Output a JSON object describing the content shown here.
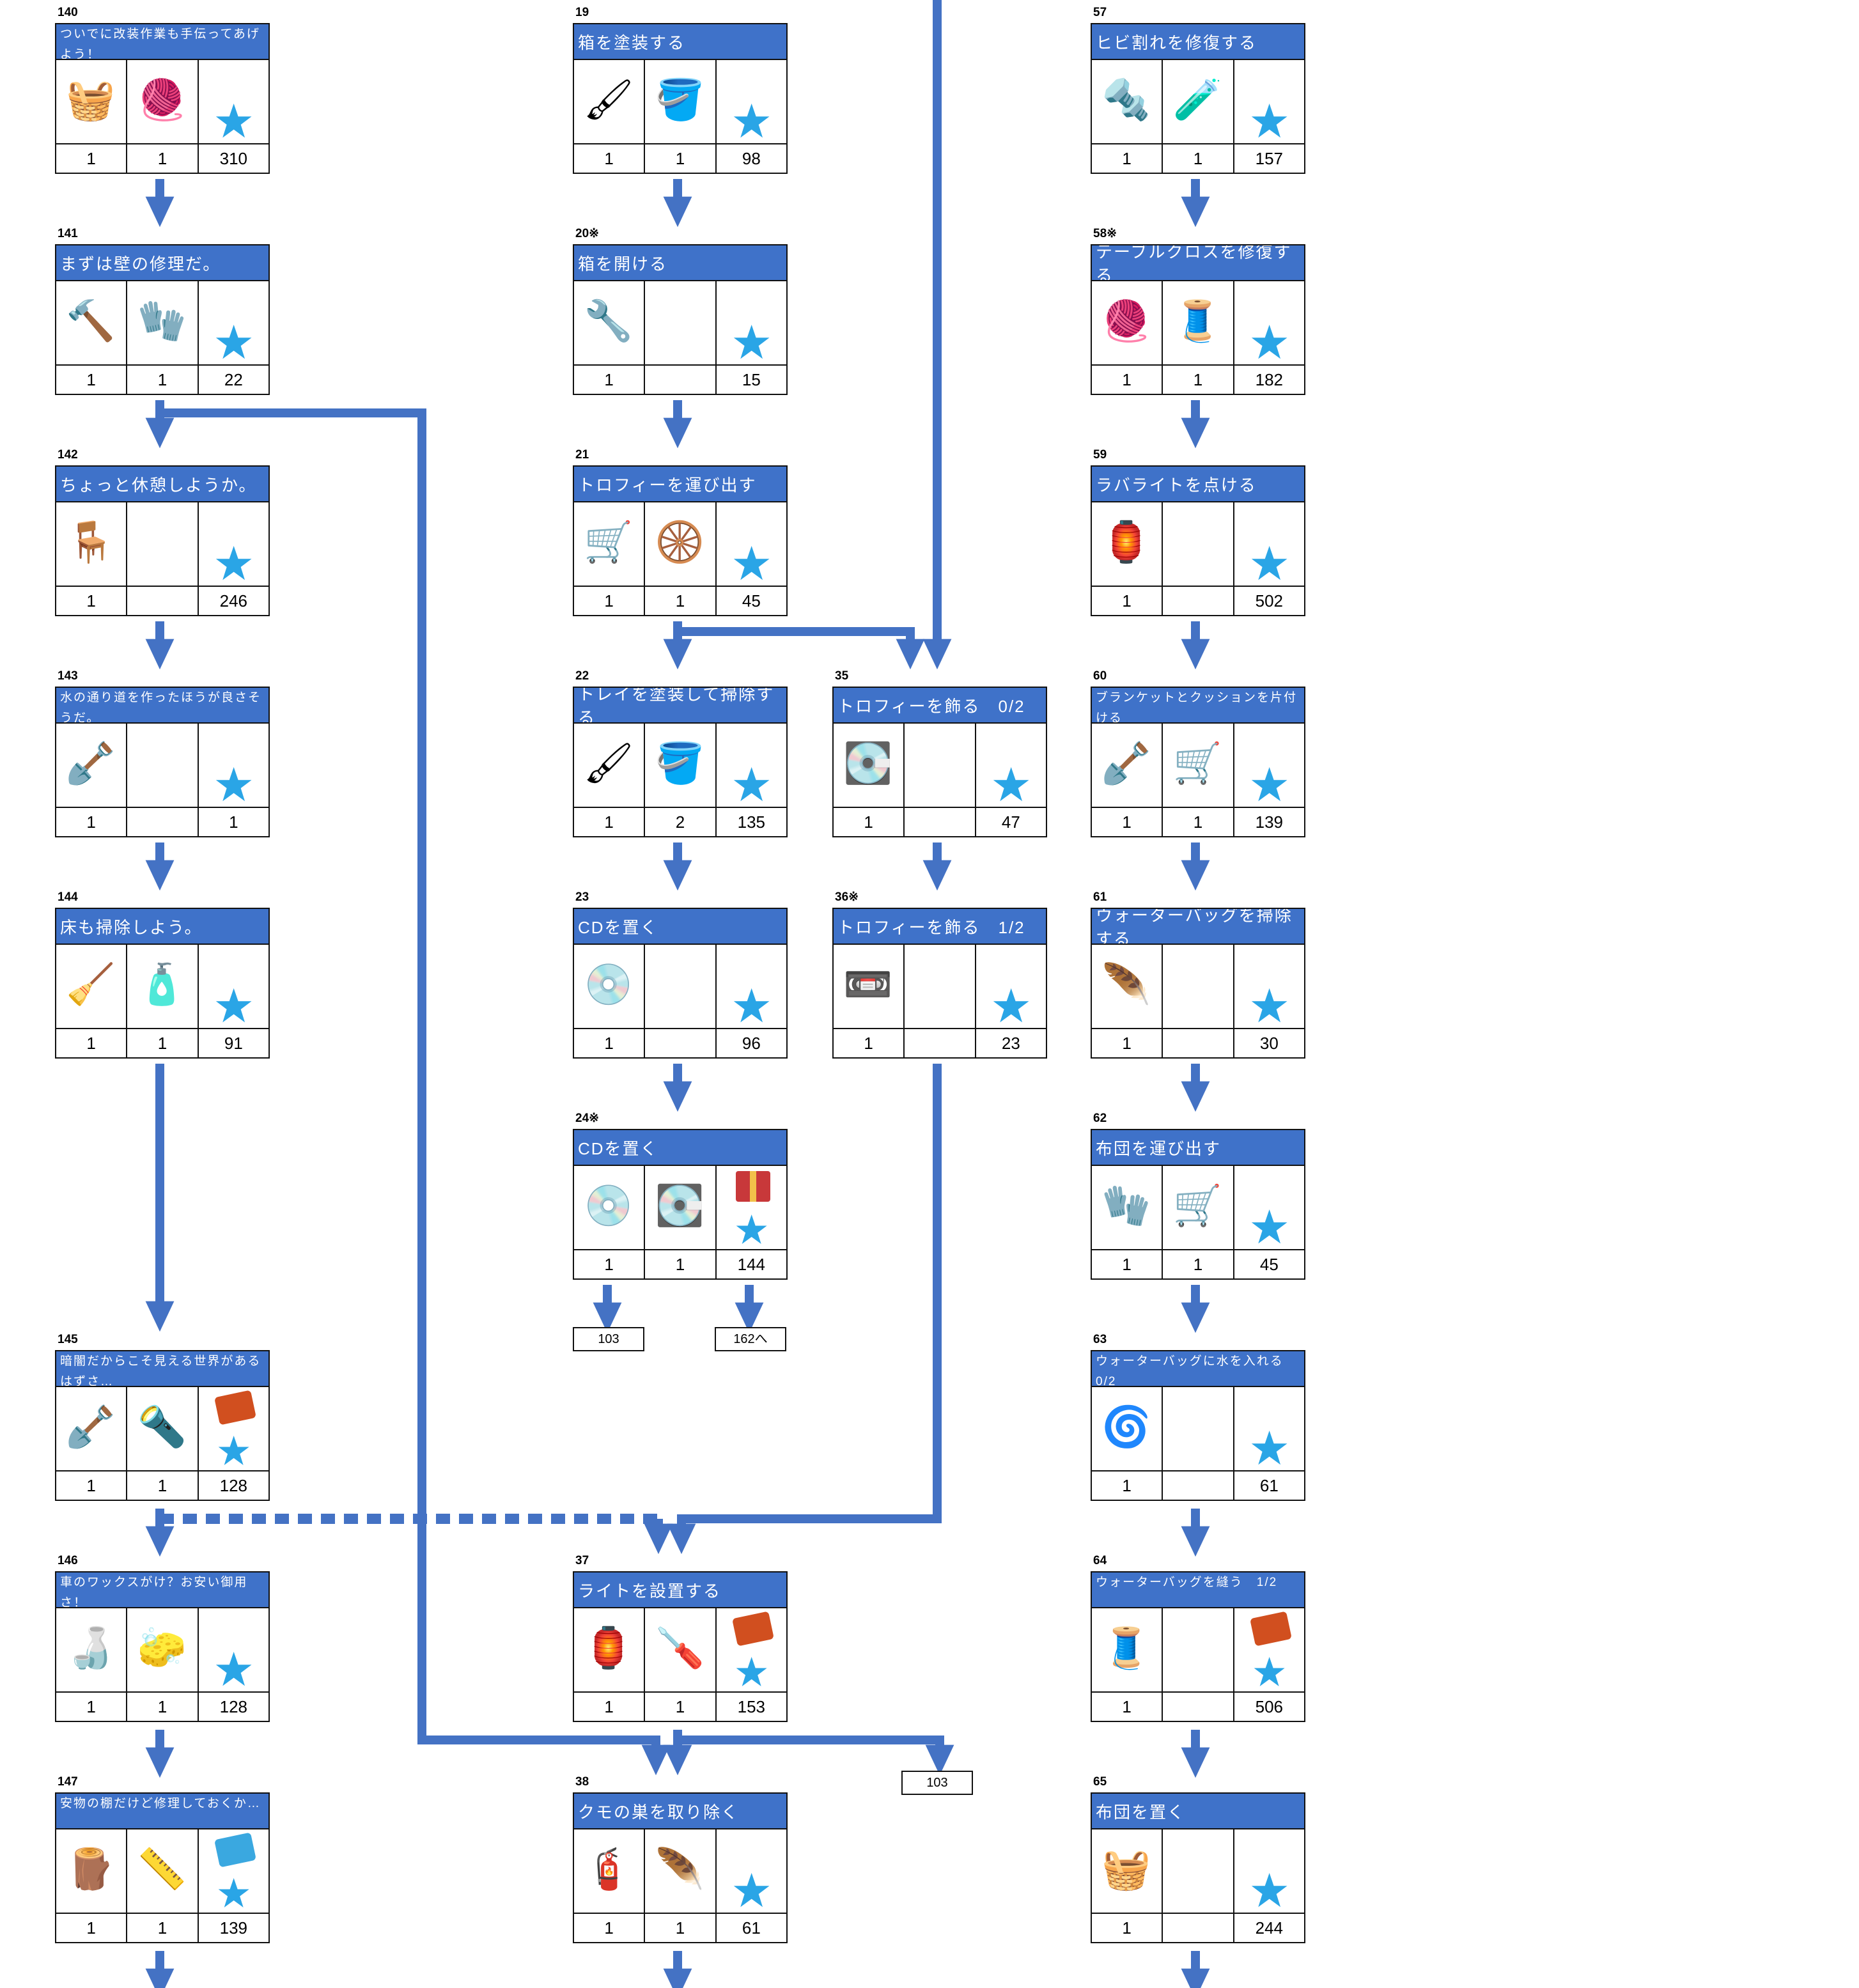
{
  "cards": [
    {
      "id": "c140",
      "num": "140",
      "title": "ついでに改装作業も手伝ってあげよう！",
      "size": "small",
      "items": [
        {
          "icon": "iron-icon",
          "glyph": "🧺"
        },
        {
          "icon": "fabric-rolls-icon",
          "glyph": "🧶"
        },
        {
          "icon": "star-reward-icon"
        }
      ],
      "qty": [
        "1",
        "1",
        "310"
      ]
    },
    {
      "id": "c141",
      "num": "141",
      "title": "まずは壁の修理だ。",
      "size": "big",
      "items": [
        {
          "icon": "hammer-icon",
          "glyph": "🔨"
        },
        {
          "icon": "gloves-icon",
          "glyph": "🧤"
        },
        {
          "icon": "star-reward-icon"
        }
      ],
      "qty": [
        "1",
        "1",
        "22"
      ]
    },
    {
      "id": "c142",
      "num": "142",
      "title": "ちょっと休憩しようか。",
      "size": "big",
      "items": [
        {
          "icon": "armchair-icon",
          "glyph": "🪑"
        },
        {
          "icon": "empty"
        },
        {
          "icon": "star-reward-icon"
        }
      ],
      "qty": [
        "1",
        "",
        "246"
      ]
    },
    {
      "id": "c143",
      "num": "143",
      "title": "水の通り道を作ったほうが良さそうだ。",
      "size": "small",
      "items": [
        {
          "icon": "trowel-icon",
          "glyph": "🪏"
        },
        {
          "icon": "empty"
        },
        {
          "icon": "star-reward-icon"
        }
      ],
      "qty": [
        "1",
        "",
        "1"
      ]
    },
    {
      "id": "c144",
      "num": "144",
      "title": "床も掃除しよう。",
      "size": "big",
      "items": [
        {
          "icon": "mop-icon",
          "glyph": "🧹"
        },
        {
          "icon": "detergent-bottle-icon",
          "glyph": "🧴"
        },
        {
          "icon": "star-reward-icon"
        }
      ],
      "qty": [
        "1",
        "1",
        "91"
      ]
    },
    {
      "id": "c145",
      "num": "145",
      "title": "暗闇だからこそ見える世界があるはずさ…",
      "size": "small",
      "items": [
        {
          "icon": "shovel-icon",
          "glyph": "🪏"
        },
        {
          "icon": "flashlight-icon",
          "glyph": "🔦"
        },
        {
          "icon": "ruby-and-star-icon"
        }
      ],
      "qty": [
        "1",
        "1",
        "128"
      ]
    },
    {
      "id": "c146",
      "num": "146",
      "title": "車のワックスがけ？お安い御用さ！",
      "size": "small",
      "items": [
        {
          "icon": "plastic-bottle-icon",
          "glyph": "🍶"
        },
        {
          "icon": "sponge-cloth-icon",
          "glyph": "🧽"
        },
        {
          "icon": "star-reward-icon"
        }
      ],
      "qty": [
        "1",
        "1",
        "128"
      ]
    },
    {
      "id": "c147",
      "num": "147",
      "title": "安物の棚だけど修理しておくか…",
      "size": "small",
      "items": [
        {
          "icon": "firewood-icon",
          "glyph": "🪵"
        },
        {
          "icon": "level-tool-icon",
          "glyph": "📏"
        },
        {
          "icon": "ticket-and-star-icon"
        }
      ],
      "qty": [
        "1",
        "1",
        "139"
      ]
    },
    {
      "id": "c19",
      "num": "19",
      "title": "箱を塗装する",
      "size": "big",
      "items": [
        {
          "icon": "paint-roller-icon",
          "glyph": "🖌"
        },
        {
          "icon": "paint-can-icon",
          "glyph": "🪣"
        },
        {
          "icon": "star-reward-icon"
        }
      ],
      "qty": [
        "1",
        "1",
        "98"
      ]
    },
    {
      "id": "c20",
      "num": "20※",
      "title": "箱を開ける",
      "size": "big",
      "items": [
        {
          "icon": "crowbar-icon",
          "glyph": "🔧"
        },
        {
          "icon": "empty"
        },
        {
          "icon": "star-reward-icon"
        }
      ],
      "qty": [
        "1",
        "",
        "15"
      ]
    },
    {
      "id": "c21",
      "num": "21",
      "title": "トロフィーを運び出す",
      "size": "big",
      "items": [
        {
          "icon": "hand-truck-icon",
          "glyph": "🛒"
        },
        {
          "icon": "wheelbarrow-icon",
          "glyph": "🛞"
        },
        {
          "icon": "star-reward-icon"
        }
      ],
      "qty": [
        "1",
        "1",
        "45"
      ]
    },
    {
      "id": "c22",
      "num": "22",
      "title": "トレイを塗装して掃除する",
      "size": "big",
      "items": [
        {
          "icon": "paint-roller-icon",
          "glyph": "🖌"
        },
        {
          "icon": "paint-can-icon",
          "glyph": "🪣"
        },
        {
          "icon": "star-reward-icon"
        }
      ],
      "qty": [
        "1",
        "2",
        "135"
      ]
    },
    {
      "id": "c23",
      "num": "23",
      "title": "CDを置く",
      "size": "big",
      "items": [
        {
          "icon": "cd-disc-icon",
          "glyph": "💿"
        },
        {
          "icon": "empty"
        },
        {
          "icon": "star-reward-icon"
        }
      ],
      "qty": [
        "1",
        "",
        "96"
      ]
    },
    {
      "id": "c24",
      "num": "24※",
      "title": "CDを置く",
      "size": "big",
      "items": [
        {
          "icon": "cd-disc-icon",
          "glyph": "💿"
        },
        {
          "icon": "vinyl-record-icon",
          "glyph": "💽"
        },
        {
          "icon": "gift-and-star-icon"
        }
      ],
      "qty": [
        "1",
        "1",
        "144"
      ]
    },
    {
      "id": "c37",
      "num": "37",
      "title": "ライトを設置する",
      "size": "big",
      "items": [
        {
          "icon": "lamp-set-icon",
          "glyph": "🏮"
        },
        {
          "icon": "screwdriver-icon",
          "glyph": "🪛"
        },
        {
          "icon": "ruby-and-star-icon"
        }
      ],
      "qty": [
        "1",
        "1",
        "153"
      ]
    },
    {
      "id": "c38",
      "num": "38",
      "title": "クモの巣を取り除く",
      "size": "big",
      "items": [
        {
          "icon": "vacuum-cleaner-icon",
          "glyph": "🧯"
        },
        {
          "icon": "feather-duster-icon",
          "glyph": "🪶"
        },
        {
          "icon": "star-reward-icon"
        }
      ],
      "qty": [
        "1",
        "1",
        "61"
      ]
    },
    {
      "id": "c35",
      "num": "35",
      "title": "トロフィーを飾る　0/2",
      "size": "big",
      "items": [
        {
          "icon": "vinyl-record-icon",
          "glyph": "💽"
        },
        {
          "icon": "empty"
        },
        {
          "icon": "star-reward-icon"
        }
      ],
      "qty": [
        "1",
        "",
        "47"
      ]
    },
    {
      "id": "c36",
      "num": "36※",
      "title": "トロフィーを飾る　1/2",
      "size": "big",
      "items": [
        {
          "icon": "cassette-tape-icon",
          "glyph": "📼"
        },
        {
          "icon": "empty"
        },
        {
          "icon": "star-reward-icon"
        }
      ],
      "qty": [
        "1",
        "",
        "23"
      ]
    },
    {
      "id": "c57",
      "num": "57",
      "title": "ヒビ割れを修復する",
      "size": "big",
      "items": [
        {
          "icon": "power-drill-icon",
          "glyph": "🔩"
        },
        {
          "icon": "sealant-gun-icon",
          "glyph": "🧪"
        },
        {
          "icon": "star-reward-icon"
        }
      ],
      "qty": [
        "1",
        "1",
        "157"
      ]
    },
    {
      "id": "c58",
      "num": "58※",
      "title": "テーブルクロスを修復する",
      "size": "big",
      "items": [
        {
          "icon": "fabric-rolls-icon",
          "glyph": "🧶"
        },
        {
          "icon": "thread-spool-icon",
          "glyph": "🧵"
        },
        {
          "icon": "star-reward-icon"
        }
      ],
      "qty": [
        "1",
        "1",
        "182"
      ]
    },
    {
      "id": "c59",
      "num": "59",
      "title": "ラバライトを点ける",
      "size": "big",
      "items": [
        {
          "icon": "lantern-icon",
          "glyph": "🏮"
        },
        {
          "icon": "empty"
        },
        {
          "icon": "star-reward-icon"
        }
      ],
      "qty": [
        "1",
        "",
        "502"
      ]
    },
    {
      "id": "c60",
      "num": "60",
      "title": "ブランケットとクッションを片付ける",
      "size": "small",
      "items": [
        {
          "icon": "shovel-icon",
          "glyph": "🪏"
        },
        {
          "icon": "hand-truck-icon",
          "glyph": "🛒"
        },
        {
          "icon": "star-reward-icon"
        }
      ],
      "qty": [
        "1",
        "1",
        "139"
      ]
    },
    {
      "id": "c61",
      "num": "61",
      "title": "ウォーターバッグを掃除する",
      "size": "big",
      "items": [
        {
          "icon": "feather-duster-icon",
          "glyph": "🪶"
        },
        {
          "icon": "empty"
        },
        {
          "icon": "star-reward-icon"
        }
      ],
      "qty": [
        "1",
        "",
        "30"
      ]
    },
    {
      "id": "c62",
      "num": "62",
      "title": "布団を運び出す",
      "size": "big",
      "items": [
        {
          "icon": "gloves-icon",
          "glyph": "🧤"
        },
        {
          "icon": "hand-truck-icon",
          "glyph": "🛒"
        },
        {
          "icon": "star-reward-icon"
        }
      ],
      "qty": [
        "1",
        "1",
        "45"
      ]
    },
    {
      "id": "c63",
      "num": "63",
      "title": "ウォーターバッグに水を入れる 0/2",
      "size": "small",
      "items": [
        {
          "icon": "hose-reel-icon",
          "glyph": "🌀"
        },
        {
          "icon": "empty"
        },
        {
          "icon": "star-reward-icon"
        }
      ],
      "qty": [
        "1",
        "",
        "61"
      ]
    },
    {
      "id": "c64",
      "num": "64",
      "title": "ウォーターバッグを縫う　1/2",
      "size": "small",
      "items": [
        {
          "icon": "sewing-machine-icon",
          "glyph": "🧵"
        },
        {
          "icon": "empty"
        },
        {
          "icon": "ruby-and-star-icon"
        }
      ],
      "qty": [
        "1",
        "",
        "506"
      ]
    },
    {
      "id": "c65",
      "num": "65",
      "title": "布団を置く",
      "size": "big",
      "items": [
        {
          "icon": "basket-icon",
          "glyph": "🧺"
        },
        {
          "icon": "empty"
        },
        {
          "icon": "star-reward-icon"
        }
      ],
      "qty": [
        "1",
        "",
        "244"
      ]
    }
  ],
  "refs": [
    {
      "id": "r103a",
      "text": "103"
    },
    {
      "id": "r162",
      "text": "162へ"
    },
    {
      "id": "r103b",
      "text": "103"
    }
  ],
  "colors": {
    "header": "#3f72c9",
    "arrow": "#4472c4",
    "star": "#2aa5e6",
    "border": "#111111"
  }
}
